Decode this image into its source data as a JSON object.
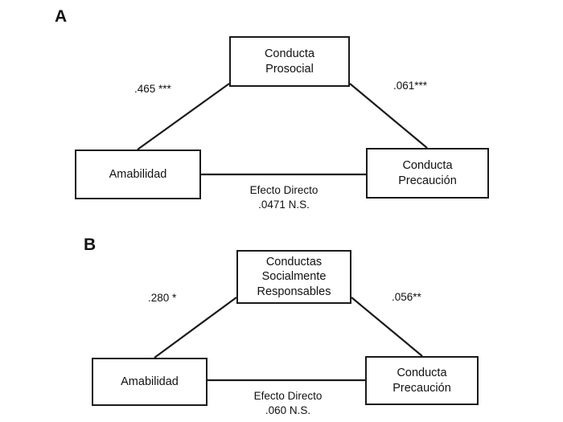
{
  "figure": {
    "background_color": "#ffffff",
    "line_color": "#1a1a1a",
    "text_color": "#111111"
  },
  "panels": [
    {
      "letter": "A",
      "nodes": {
        "mediator": "Conducta\nProsocial",
        "predictor": "Amabilidad",
        "outcome": "Conducta\nPrecaución"
      },
      "paths": {
        "a_label": ".465 ***",
        "b_label": ".061***",
        "direct_label": "Efecto Directo\n.0471 N.S."
      }
    },
    {
      "letter": "B",
      "nodes": {
        "mediator": "Conductas\nSocialmente\nResponsables",
        "predictor": "Amabilidad",
        "outcome": "Conducta\nPrecaución"
      },
      "paths": {
        "a_label": ".280 *",
        "b_label": ".056**",
        "direct_label": "Efecto Directo\n.060 N.S."
      }
    }
  ]
}
